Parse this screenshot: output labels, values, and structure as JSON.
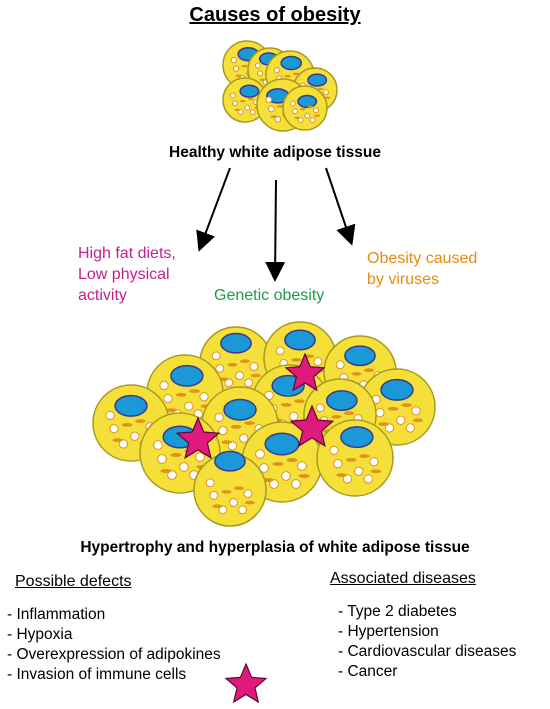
{
  "title": "Causes of obesity",
  "healthy_label": "Healthy white adipose tissue",
  "causes": {
    "diet": "High fat diets,\nLow physical\nactivity",
    "genetic": "Genetic obesity",
    "viral": "Obesity caused\nby viruses"
  },
  "hypertrophy_label": "Hypertrophy and hyperplasia of white adipose tissue",
  "defects": {
    "heading": "Possible defects",
    "items": [
      "- Inflammation",
      "- Hypoxia",
      "- Overexpression of adipokines",
      "- Invasion of immune cells"
    ]
  },
  "diseases": {
    "heading": "Associated diseases",
    "items": [
      "- Type 2 diabetes",
      "- Hypertension",
      "- Cardiovascular diseases",
      "- Cancer"
    ]
  },
  "colors": {
    "cell_fill": "#f5e03a",
    "cell_stroke": "#a89a20",
    "nucleus_fill": "#1a98d8",
    "nucleus_stroke": "#3a3a8a",
    "droplet": "#ffffff",
    "lipid": "#e0931c",
    "immune_star": "#e0197d",
    "cause_diet": "#c2228f",
    "cause_genetic": "#1f9a4c",
    "cause_viral": "#e98a11"
  },
  "icons": {
    "immune_cell": "star-icon"
  }
}
